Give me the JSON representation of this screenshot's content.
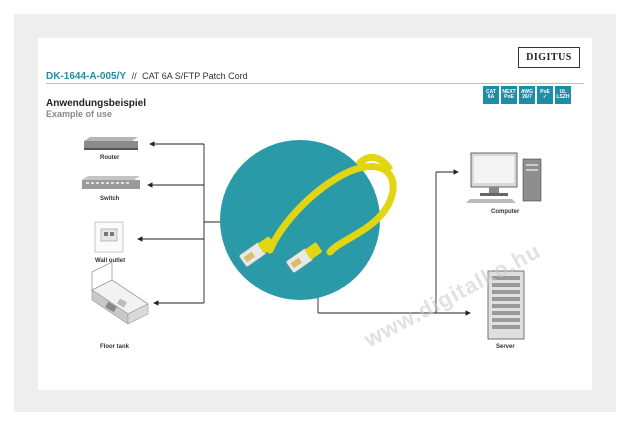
{
  "brand": "DIGITUS",
  "model": "DK-1644-A-005/Y",
  "separator": "//",
  "description": "CAT 6A S/FTP Patch Cord",
  "section_title_de": "Anwendungsbeispiel",
  "section_title_en": "Example of use",
  "badges": [
    {
      "line1": "CAT",
      "line2": "6A"
    },
    {
      "line1": "NEXT",
      "line2": "PoE"
    },
    {
      "line1": "AWG",
      "line2": "26/7"
    },
    {
      "line1": "PoE",
      "line2": "✓"
    },
    {
      "line1": "UL",
      "line2": "LSZH"
    }
  ],
  "devices_left": [
    "Router",
    "Switch",
    "Wall outlet",
    "Floor tank"
  ],
  "devices_right": [
    "Computer",
    "Server"
  ],
  "watermark": "www.digitalko.hu",
  "colors": {
    "accent": "#1e8ea8",
    "circle": "#2a9aa8",
    "cable": "#e2d512"
  }
}
